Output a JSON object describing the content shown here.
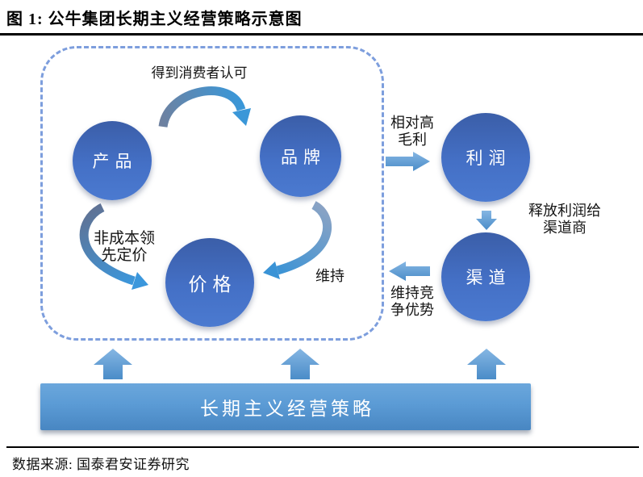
{
  "figure": {
    "title": "图 1: 公牛集团长期主义经营策略示意图",
    "source": "数据来源: 国泰君安证券研究"
  },
  "diagram": {
    "nodes": {
      "product": "产品",
      "brand": "品牌",
      "price": "价格",
      "profit": "利润",
      "channel": "渠道"
    },
    "labels": {
      "consumer_recognition": "得到消费者认可",
      "non_cost_pricing_line1": "非成本领",
      "non_cost_pricing_line2": "先定价",
      "maintain": "维持",
      "high_margin_line1": "相对高",
      "high_margin_line2": "毛利",
      "release_profit_line1": "释放利润给",
      "release_profit_line2": "渠道商",
      "competitive_line1": "维持竞",
      "competitive_line2": "争优势"
    },
    "strategy_bar": "长期主义经营策略",
    "colors": {
      "node_fill_top": "#3b5ea8",
      "node_fill_bottom": "#4b7ad0",
      "block_arrow_blue": "#5b9bd5",
      "curve_tail": "#6e81a0",
      "curve_head": "#3a97d8",
      "dashed_border": "#7d9edd",
      "bar_fill": "#5b9bd5",
      "rule_color": "#000000"
    }
  }
}
